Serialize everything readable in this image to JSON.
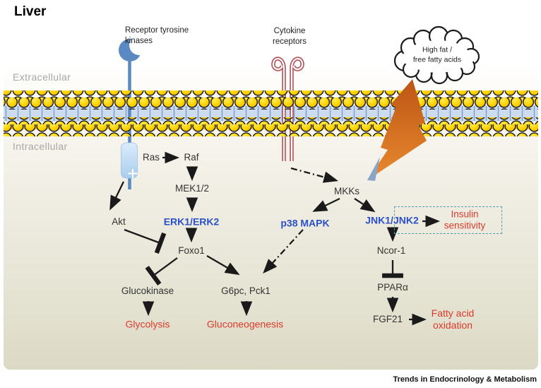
{
  "title": "Liver",
  "journal_name": "Trends in Endocrinology & Metabolism",
  "compartments": {
    "extracellular": "Extracellular",
    "intracellular": "Intracellular"
  },
  "receptors": {
    "rtk_label_line1": "Receptor tyrosine",
    "rtk_label_line2": "kinases",
    "cytokine_label_line1": "Cytokine",
    "cytokine_label_line2": "receptors"
  },
  "stimulus": {
    "line1": "High fat /",
    "line2": "free fatty acids"
  },
  "nodes": {
    "ras": "Ras",
    "raf": "Raf",
    "mek": "MEK1/2",
    "erk": "ERK1/ERK2",
    "akt": "Akt",
    "foxo1": "Foxo1",
    "glucokinase": "Glucokinase",
    "g6pc_pck1": "G6pc, Pck1",
    "mkks": "MKKs",
    "p38": "p38 MAPK",
    "jnk": "JNK1/JNK2",
    "ncor1": "Ncor-1",
    "ppar_alpha": "PPARα",
    "fgf21": "FGF21"
  },
  "outcomes": {
    "glycolysis": "Glycolysis",
    "gluconeogenesis": "Gluconeogenesis",
    "insulin_line1": "Insulin",
    "insulin_line2": "sensitivity",
    "fatty_line1": "Fatty acid",
    "fatty_line2": "oxidation"
  },
  "colors": {
    "kinase_text": "#2b50c8",
    "outcome_text": "#dd3a2c",
    "membrane_lipid": "#ffd400",
    "membrane_band": "#ccdcee",
    "rtk_receptor": "#5b8ac2",
    "cytokine_receptor": "#b2555a",
    "bolt_orange": "#d9731f",
    "insulin_box_border": "#4fa0ac"
  }
}
